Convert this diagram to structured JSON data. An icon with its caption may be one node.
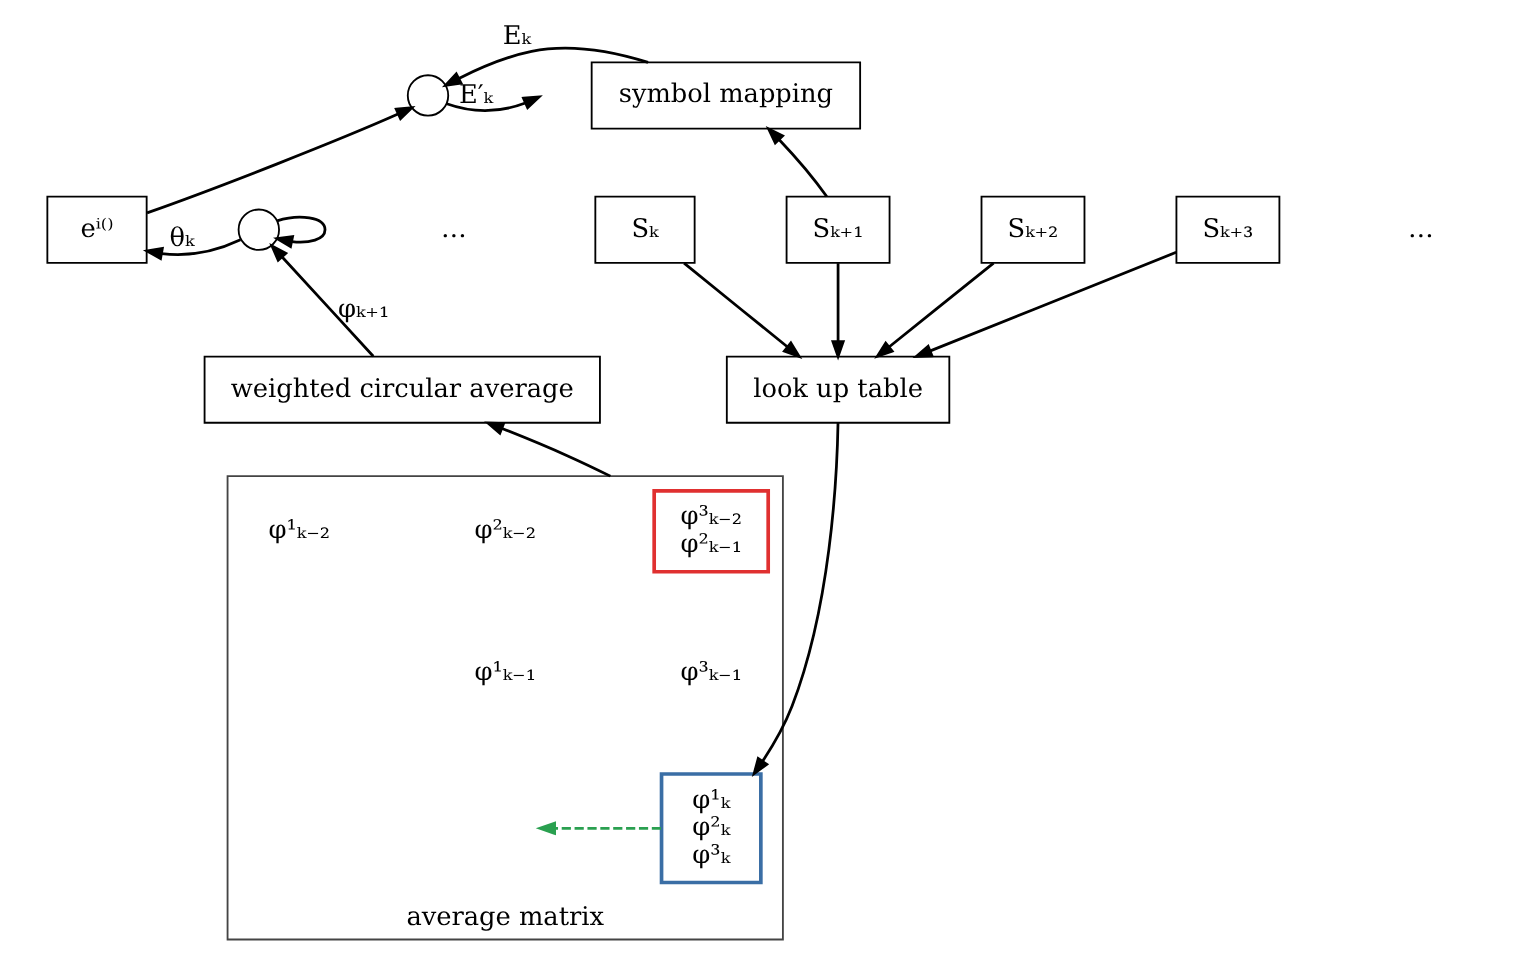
{
  "diagram": {
    "nodes": [
      {
        "text": [],
        "shape": "circle"
      },
      {
        "text": [
          "symbol mapping"
        ]
      },
      {
        "text": [
          "eⁱ⁽⁾"
        ]
      },
      {
        "text": [],
        "shape": "circle"
      },
      {
        "text": [
          "Sₖ"
        ]
      },
      {
        "text": [
          "Sₖ₊₁"
        ]
      },
      {
        "text": [
          "Sₖ₊₂"
        ]
      },
      {
        "text": [
          "Sₖ₊₃"
        ]
      },
      {
        "text": [
          "look up table"
        ]
      },
      {
        "text": [
          "weighted circular average"
        ]
      },
      {
        "text": [
          "average matrix"
        ]
      },
      {
        "text": [
          "φ³ₖ₋₂",
          "φ²ₖ₋₁"
        ],
        "in": 10
      },
      {
        "text": [
          "φ¹ₖ",
          "φ²ₖ",
          "φ³ₖ"
        ],
        "in": 10
      }
    ],
    "edges": [
      {
        "from": 1,
        "to": 0,
        "arrow": "to",
        "label": "Eₖ"
      },
      {
        "from": 0,
        "to": null,
        "arrow": "to",
        "label": "E′ₖ"
      },
      {
        "from": 2,
        "to": 0,
        "arrow": "to"
      },
      {
        "from": 3,
        "to": 2,
        "arrow": "to",
        "label": "θₖ"
      },
      {
        "from": 3,
        "to": 3,
        "arrow": "to"
      },
      {
        "from": 9,
        "to": 3,
        "arrow": "to",
        "label": "φₖ₊₁"
      },
      {
        "from": 10,
        "to": 9,
        "arrow": "to"
      },
      {
        "from": 5,
        "to": 1,
        "arrow": "to"
      },
      {
        "from": 4,
        "to": 8,
        "arrow": "to"
      },
      {
        "from": 5,
        "to": 8,
        "arrow": "to"
      },
      {
        "from": 6,
        "to": 8,
        "arrow": "to"
      },
      {
        "from": 7,
        "to": 8,
        "arrow": "to"
      },
      {
        "from": 8,
        "to": 12,
        "arrow": "to"
      },
      {
        "from": 12,
        "to": null,
        "arrow": "to",
        "style": "dashed",
        "color": "#2aa050"
      }
    ],
    "labels": [
      "…",
      "…",
      "φ¹ₖ₋₂",
      "φ²ₖ₋₂",
      "φ¹ₖ₋₁",
      "φ³ₖ₋₁"
    ]
  }
}
